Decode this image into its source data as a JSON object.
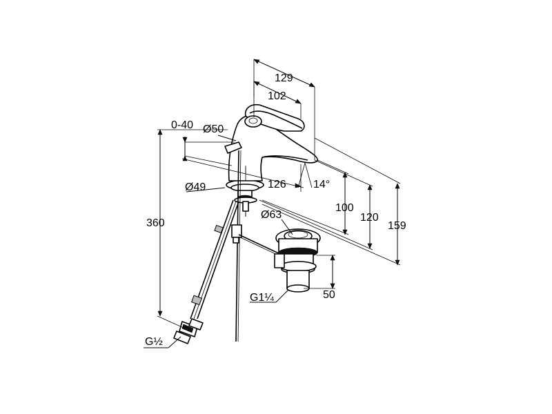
{
  "dimensions": {
    "d129": "129",
    "d102": "102",
    "d0_40": "0-40",
    "dia50": "Ø50",
    "dia49": "Ø49",
    "d126": "126",
    "ang14": "14°",
    "d100": "100",
    "d120": "120",
    "d159": "159",
    "d360": "360",
    "dia63": "Ø63",
    "g114": "G1¼",
    "d50": "50",
    "g12": "G½"
  }
}
